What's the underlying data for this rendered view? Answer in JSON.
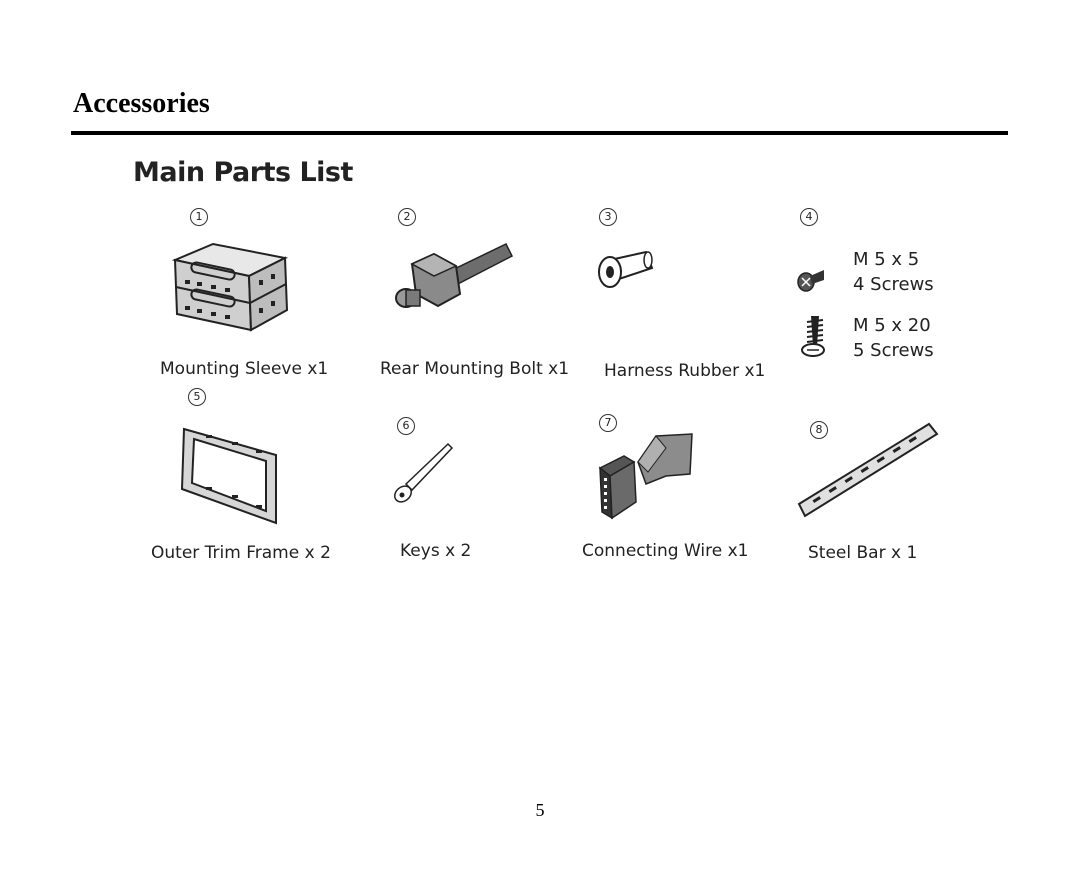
{
  "page": {
    "heading": "Accessories",
    "section_title": "Main Parts List",
    "page_number": "5"
  },
  "parts": [
    {
      "number": "1",
      "label": "Mounting Sleeve x1"
    },
    {
      "number": "2",
      "label": "Rear Mounting Bolt x1"
    },
    {
      "number": "3",
      "label": "Harness Rubber x1"
    },
    {
      "number": "4",
      "specs": [
        {
          "size": "M 5 x 5",
          "qty": "4 Screws"
        },
        {
          "size": "M 5 x 20",
          "qty": "5 Screws"
        }
      ]
    },
    {
      "number": "5",
      "label": "Outer Trim Frame x 2"
    },
    {
      "number": "6",
      "label": "Keys x 2"
    },
    {
      "number": "7",
      "label": "Connecting Wire x1"
    },
    {
      "number": "8",
      "label": "Steel Bar x 1"
    }
  ]
}
